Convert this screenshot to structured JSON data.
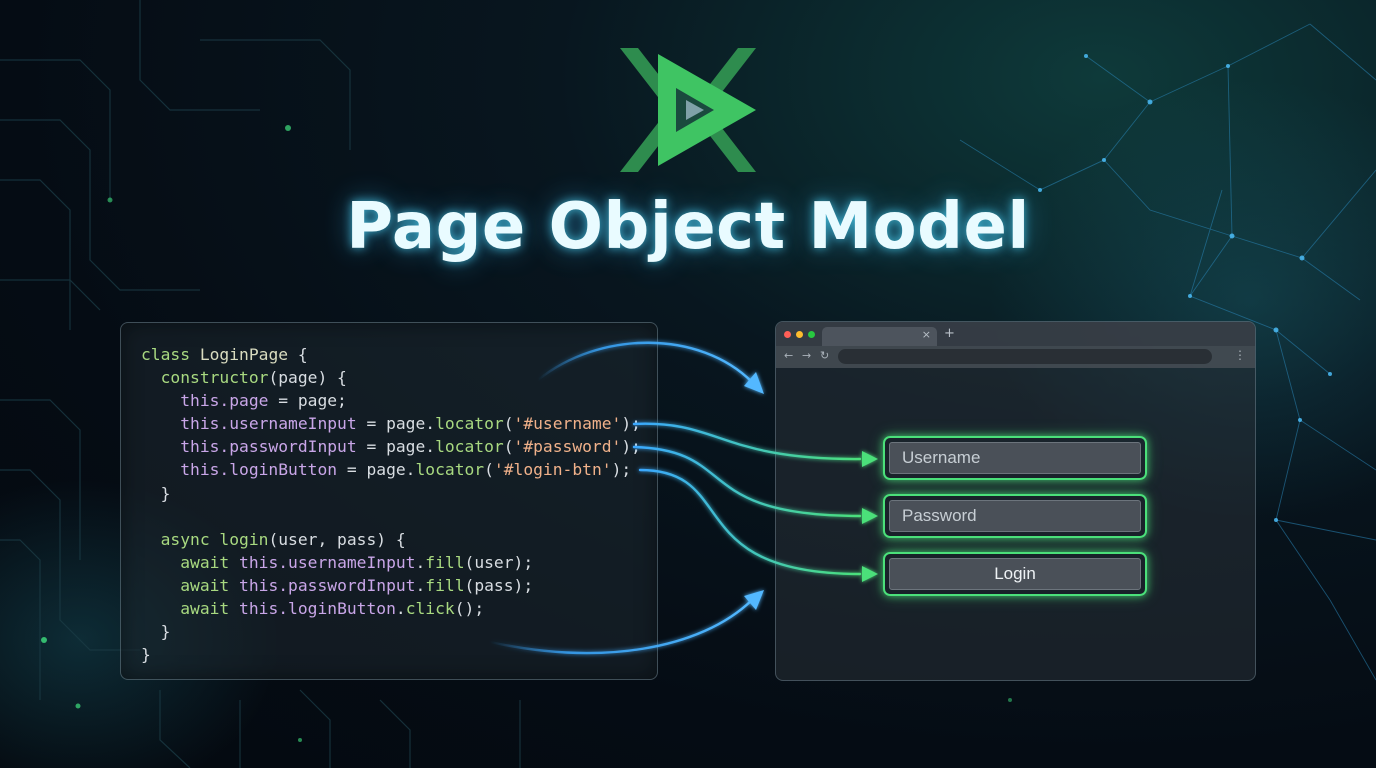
{
  "title": "Page Object Model",
  "logo_icon": "playwright-logo-icon",
  "colors": {
    "accent_green": "#4be07a",
    "accent_blue": "#3aa8ff",
    "title_glow": "#50dcff"
  },
  "code": {
    "lines": [
      [
        {
          "t": "class ",
          "c": "kw"
        },
        {
          "t": "LoginPage",
          "c": "ty"
        },
        {
          "t": " {",
          "c": "pl"
        }
      ],
      [
        {
          "t": "  constructor",
          "c": "kw"
        },
        {
          "t": "(page) {",
          "c": "pl"
        }
      ],
      [
        {
          "t": "    this",
          "c": "th"
        },
        {
          "t": ".page",
          "c": "th"
        },
        {
          "t": " = page;",
          "c": "pl"
        }
      ],
      [
        {
          "t": "    this",
          "c": "th"
        },
        {
          "t": ".usernameInput",
          "c": "th"
        },
        {
          "t": " = page.",
          "c": "pl"
        },
        {
          "t": "locator",
          "c": "kw"
        },
        {
          "t": "(",
          "c": "pl"
        },
        {
          "t": "'#username'",
          "c": "st"
        },
        {
          "t": ");",
          "c": "pl"
        }
      ],
      [
        {
          "t": "    this",
          "c": "th"
        },
        {
          "t": ".passwordInput",
          "c": "th"
        },
        {
          "t": " = page.",
          "c": "pl"
        },
        {
          "t": "locator",
          "c": "kw"
        },
        {
          "t": "(",
          "c": "pl"
        },
        {
          "t": "'#password'",
          "c": "st"
        },
        {
          "t": ");",
          "c": "pl"
        }
      ],
      [
        {
          "t": "    this",
          "c": "th"
        },
        {
          "t": ".loginButton",
          "c": "th"
        },
        {
          "t": " = page.",
          "c": "pl"
        },
        {
          "t": "locator",
          "c": "kw"
        },
        {
          "t": "(",
          "c": "pl"
        },
        {
          "t": "'#login-btn'",
          "c": "st"
        },
        {
          "t": ");",
          "c": "pl"
        }
      ],
      [
        {
          "t": "  }",
          "c": "pl"
        }
      ],
      [
        {
          "t": "",
          "c": "pl"
        }
      ],
      [
        {
          "t": "  async ",
          "c": "kw"
        },
        {
          "t": "login",
          "c": "kw"
        },
        {
          "t": "(user, pass) {",
          "c": "pl"
        }
      ],
      [
        {
          "t": "    await ",
          "c": "kw"
        },
        {
          "t": "this",
          "c": "th"
        },
        {
          "t": ".usernameInput",
          "c": "th"
        },
        {
          "t": ".",
          "c": "pl"
        },
        {
          "t": "fill",
          "c": "kw"
        },
        {
          "t": "(user);",
          "c": "pl"
        }
      ],
      [
        {
          "t": "    await ",
          "c": "kw"
        },
        {
          "t": "this",
          "c": "th"
        },
        {
          "t": ".passwordInput",
          "c": "th"
        },
        {
          "t": ".",
          "c": "pl"
        },
        {
          "t": "fill",
          "c": "kw"
        },
        {
          "t": "(pass);",
          "c": "pl"
        }
      ],
      [
        {
          "t": "    await ",
          "c": "kw"
        },
        {
          "t": "this",
          "c": "th"
        },
        {
          "t": ".loginButton",
          "c": "th"
        },
        {
          "t": ".",
          "c": "pl"
        },
        {
          "t": "click",
          "c": "kw"
        },
        {
          "t": "();",
          "c": "pl"
        }
      ],
      [
        {
          "t": "  }",
          "c": "pl"
        }
      ],
      [
        {
          "t": "}",
          "c": "pl"
        }
      ]
    ]
  },
  "browser": {
    "tab_close": "×",
    "tab_new": "+",
    "nav_back": "←",
    "nav_forward": "→",
    "nav_reload": "↻",
    "menu": "⋮",
    "username_placeholder": "Username",
    "password_placeholder": "Password",
    "login_label": "Login"
  }
}
